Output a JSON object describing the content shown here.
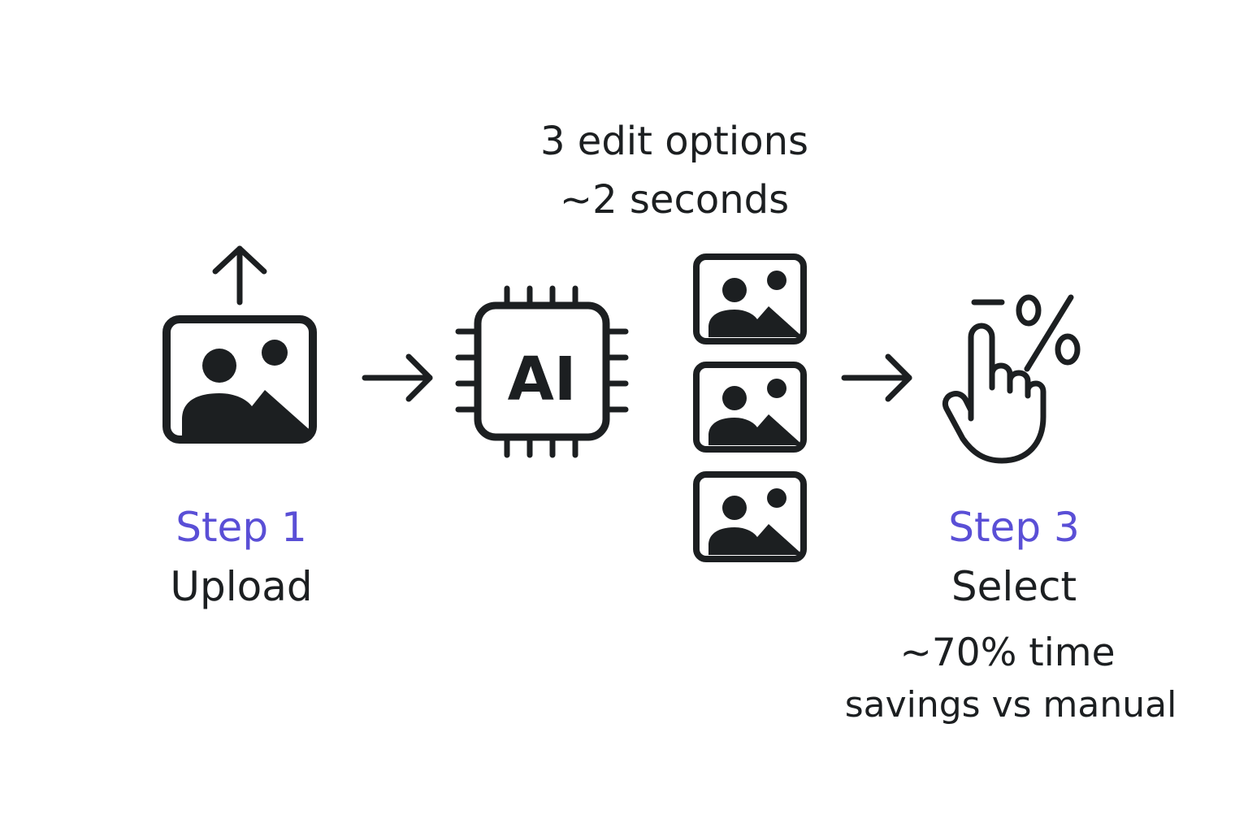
{
  "options_note": {
    "line1": "3 edit options",
    "line2": "~2 seconds"
  },
  "ai_chip": {
    "text": "AI"
  },
  "step1": {
    "label": "Step 1",
    "title": "Upload"
  },
  "step3": {
    "label": "Step 3",
    "title": "Select"
  },
  "savings": {
    "line1": "~70% time",
    "line2": "savings vs manual"
  },
  "percent_badge": {
    "text": "%"
  },
  "colors": {
    "ink": "#1c1f21",
    "accent": "#5a4fd6",
    "background": "#ffffff"
  },
  "icons": [
    "upload-arrow-icon",
    "image-icon",
    "arrow-right-icon",
    "ai-chip-icon",
    "hand-pointer-icon",
    "percent-icon"
  ]
}
